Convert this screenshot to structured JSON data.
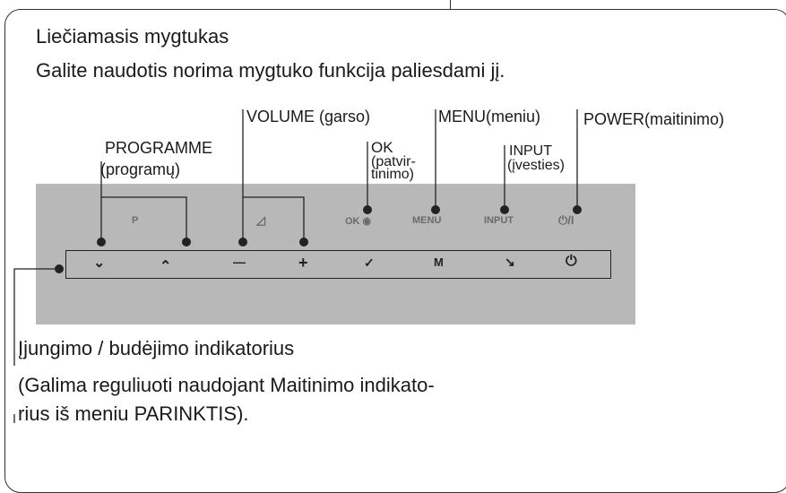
{
  "heading": "Liečiamasis mygtukas",
  "subheading": "Galite naudotis norima mygtuko funkcija paliesdami jį.",
  "callouts": {
    "programme_1": "PROGRAMME",
    "programme_2": "(programų)",
    "volume": "VOLUME (garso)",
    "ok_1": "OK",
    "ok_2": "(patvir-",
    "ok_3": "tinimo)",
    "menu": "MENU(meniu)",
    "input_1": "INPUT",
    "input_2": "(įvesties)",
    "power": "POWER(maitinimo)"
  },
  "panel": {
    "labels": {
      "p": "P",
      "volume_icon": "◿",
      "ok": "OK ◉",
      "menu": "MENU",
      "input": "INPUT",
      "power": "⏻/I"
    },
    "buttons": {
      "prog_down": "⌄",
      "prog_up": "⌃",
      "vol_down": "—",
      "vol_up": "+",
      "ok": "✓",
      "menu": "M",
      "input": "↘",
      "power": "⏻"
    }
  },
  "indicator": {
    "line1": "Įjungimo / budėjimo indikatorius",
    "line2": "(Galima reguliuoti naudojant Maitinimo indikato-",
    "line3": "rius iš meniu PARINKTIS)."
  },
  "colors": {
    "panel": "#b8b8b8",
    "line": "#222222"
  }
}
